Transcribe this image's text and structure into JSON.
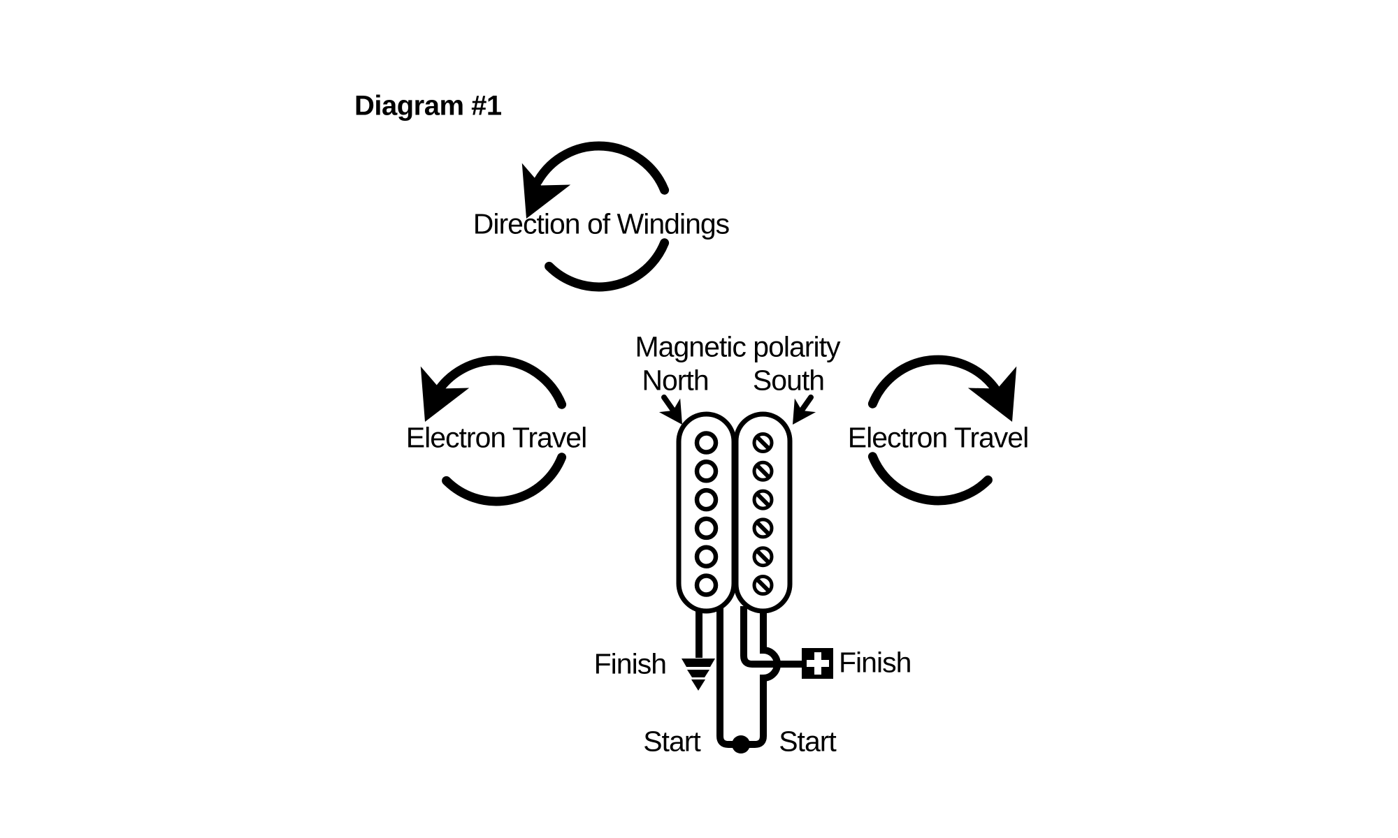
{
  "title": "Diagram #1",
  "winding_arrow": {
    "label": "Direction of Windings",
    "rotation": "counterclockwise"
  },
  "electron_left": {
    "label": "Electron Travel",
    "rotation": "counterclockwise"
  },
  "electron_right": {
    "label": "Electron Travel",
    "rotation": "clockwise"
  },
  "polarity": {
    "heading": "Magnetic polarity",
    "north": "North",
    "south": "South"
  },
  "coils": {
    "left": {
      "pole_style": "slug",
      "poles": 6,
      "top_label": "North"
    },
    "right": {
      "pole_style": "screw",
      "poles": 6,
      "top_label": "South"
    }
  },
  "wiring": {
    "finish_left": "Finish",
    "finish_right": "Finish",
    "start_left": "Start",
    "start_right": "Start",
    "plus_sign": "+",
    "left_finish_terminal": "ground",
    "right_finish_terminal": "plus-output",
    "starts_joined": true
  },
  "colors": {
    "ink": "#000000",
    "background": "#ffffff"
  }
}
